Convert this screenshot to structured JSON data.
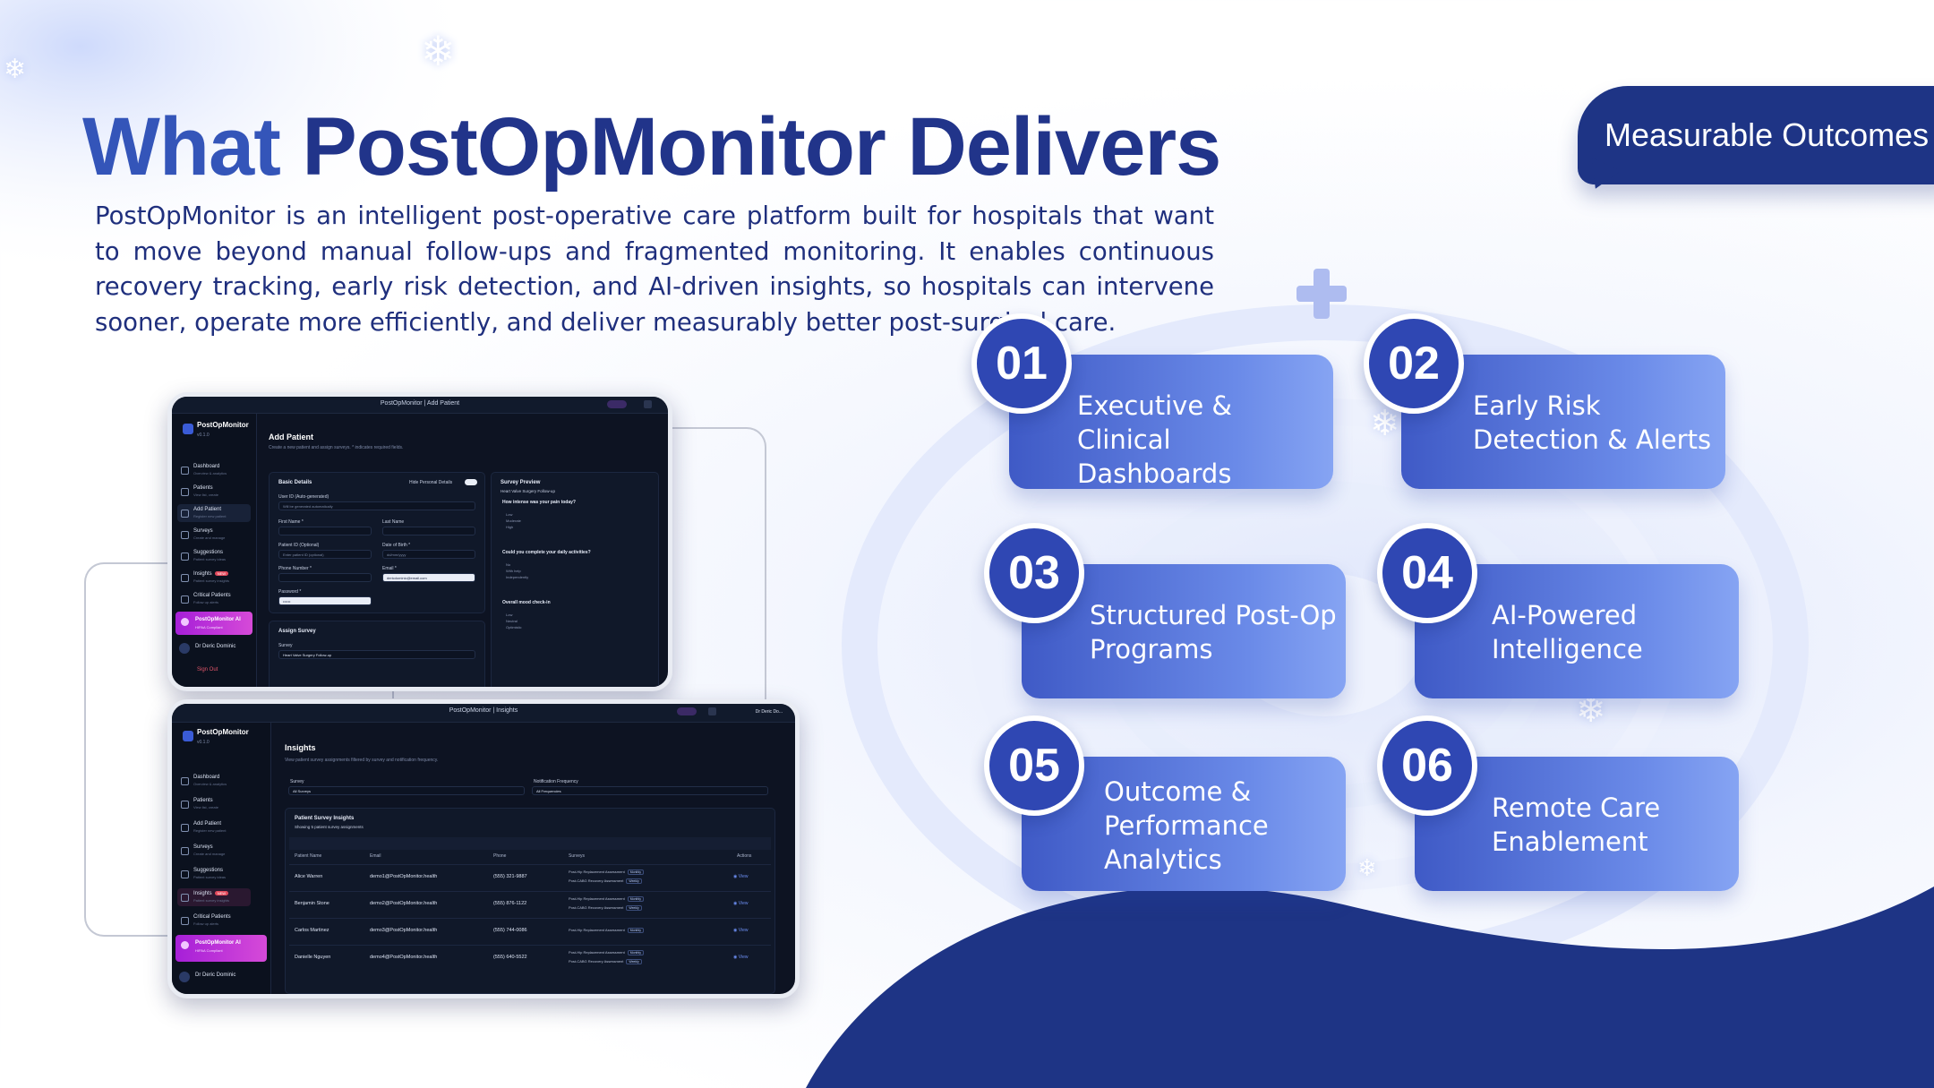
{
  "colors": {
    "accent": "#2f47b3",
    "title_dark": "#21348a",
    "title_light": "#3455b9",
    "card_start": "#3f5ac6",
    "card_end": "#86a4f3",
    "wave": "#1e3485"
  },
  "title": {
    "part1": "What",
    "part2": "PostOpMonitor Delivers"
  },
  "intro": "PostOpMonitor is an intelligent post-operative care platform built for hospitals that want to move beyond manual follow-ups and fragmented monitoring. It enables continuous recovery tracking, early risk detection, and AI-driven insights, so hospitals can intervene sooner, operate more efficiently, and deliver measurably better post-surgical care.",
  "badge": "Measurable Outcomes",
  "features": [
    {
      "num": "01",
      "label": "Executive & Clinical Dashboards"
    },
    {
      "num": "02",
      "label": "Early Risk Detection & Alerts"
    },
    {
      "num": "03",
      "label": "Structured Post-Op Programs"
    },
    {
      "num": "04",
      "label": "AI-Powered Intelligence"
    },
    {
      "num": "05",
      "label": "Outcome & Performance Analytics"
    },
    {
      "num": "06",
      "label": "Remote Care Enablement"
    }
  ],
  "app": {
    "brand": "PostOpMonitor",
    "version": "v0.1.0",
    "sidebar": [
      {
        "label": "Dashboard",
        "sub": "Overview & analytics"
      },
      {
        "label": "Patients",
        "sub": "View list, create"
      },
      {
        "label": "Add Patient",
        "sub": "Register new patient"
      },
      {
        "label": "Surveys",
        "sub": "Create and manage"
      },
      {
        "label": "Suggestions",
        "sub": "Patient survey ideas"
      },
      {
        "label": "Insights",
        "sub": "Patient survey insights",
        "tag": "NEW"
      },
      {
        "label": "Critical Patients",
        "sub": "Follow up alerts"
      }
    ],
    "ai_label": "PostOpMonitor AI",
    "ai_sub": "HIPAA Compliant",
    "user": "Dr Deric Dominic",
    "signout": "Sign Out",
    "shot1": {
      "crumb": "PostOpMonitor  |  Add Patient",
      "title": "Add Patient",
      "subtitle": "Create a new patient and assign surveys. * indicates required fields.",
      "basic_details": "Basic Details",
      "hide_personal": "Hide Personal Details",
      "user_id_label": "User ID (Auto-generated)",
      "user_id_placeholder": "Will be generated automatically",
      "first_name": "First Name *",
      "last_name": "Last Name",
      "patient_id": "Patient ID (Optional)",
      "patient_id_placeholder": "Enter patient ID (optional)",
      "dob": "Date of Birth *",
      "dob_value": "dd/mm/yyyy",
      "phone": "Phone Number *",
      "email": "Email *",
      "email_value": "dericdominic@email.com",
      "password": "Password *",
      "password_value": "••••••",
      "assign_survey": "Assign Survey",
      "survey_label": "Survey",
      "survey_value": "Heart Valve Surgery Follow-up",
      "preview": "Survey Preview",
      "preview_sub": "Heart Valve Surgery Follow-up",
      "q1": "How intense was your pain today?",
      "q1_opts": [
        "Low",
        "Moderate",
        "High"
      ],
      "q2": "Could you complete your daily activities?",
      "q2_opts": [
        "No",
        "With help",
        "Independently"
      ],
      "q3": "Overall mood check-in",
      "q3_opts": [
        "Low",
        "Neutral",
        "Optimistic"
      ]
    },
    "shot2": {
      "crumb": "PostOpMonitor  |  Insights",
      "user_chip": "Dr Deric Do...",
      "title": "Insights",
      "subtitle": "View patient survey assignments filtered by survey and notification frequency.",
      "survey_filter_label": "Survey",
      "survey_filter_value": "All Surveys",
      "freq_filter_label": "Notification Frequency",
      "freq_filter_value": "All Frequencies",
      "table_title": "Patient Survey Insights",
      "table_sub": "Showing 5 patient survey assignments",
      "columns": [
        "Patient Name",
        "Email",
        "Phone",
        "Surveys",
        "Actions"
      ],
      "rows": [
        {
          "name": "Alice Warren",
          "email": "demo1@PostOpMonitor.health",
          "phone": "(555) 321-9887",
          "s1": "Post-Hip Replacement Assessment",
          "f1": "Monthly",
          "s2": "Post-CABG Recovery Assessment",
          "f2": "Weekly"
        },
        {
          "name": "Benjamin Stone",
          "email": "demo2@PostOpMonitor.health",
          "phone": "(555) 876-1122",
          "s1": "Post-Hip Replacement Assessment",
          "f1": "Monthly",
          "s2": "Post-CABG Recovery Assessment",
          "f2": "Weekly"
        },
        {
          "name": "Carlos Martinez",
          "email": "demo3@PostOpMonitor.health",
          "phone": "(555) 744-0086",
          "s1": "Post-Hip Replacement Assessment",
          "f1": "Monthly",
          "s2": "",
          "f2": ""
        },
        {
          "name": "Danielle Nguyen",
          "email": "demo4@PostOpMonitor.health",
          "phone": "(555) 640-5522",
          "s1": "Post-Hip Replacement Assessment",
          "f1": "Monthly",
          "s2": "Post-CABG Recovery Assessment",
          "f2": "Weekly"
        }
      ],
      "view_label": "View"
    }
  }
}
